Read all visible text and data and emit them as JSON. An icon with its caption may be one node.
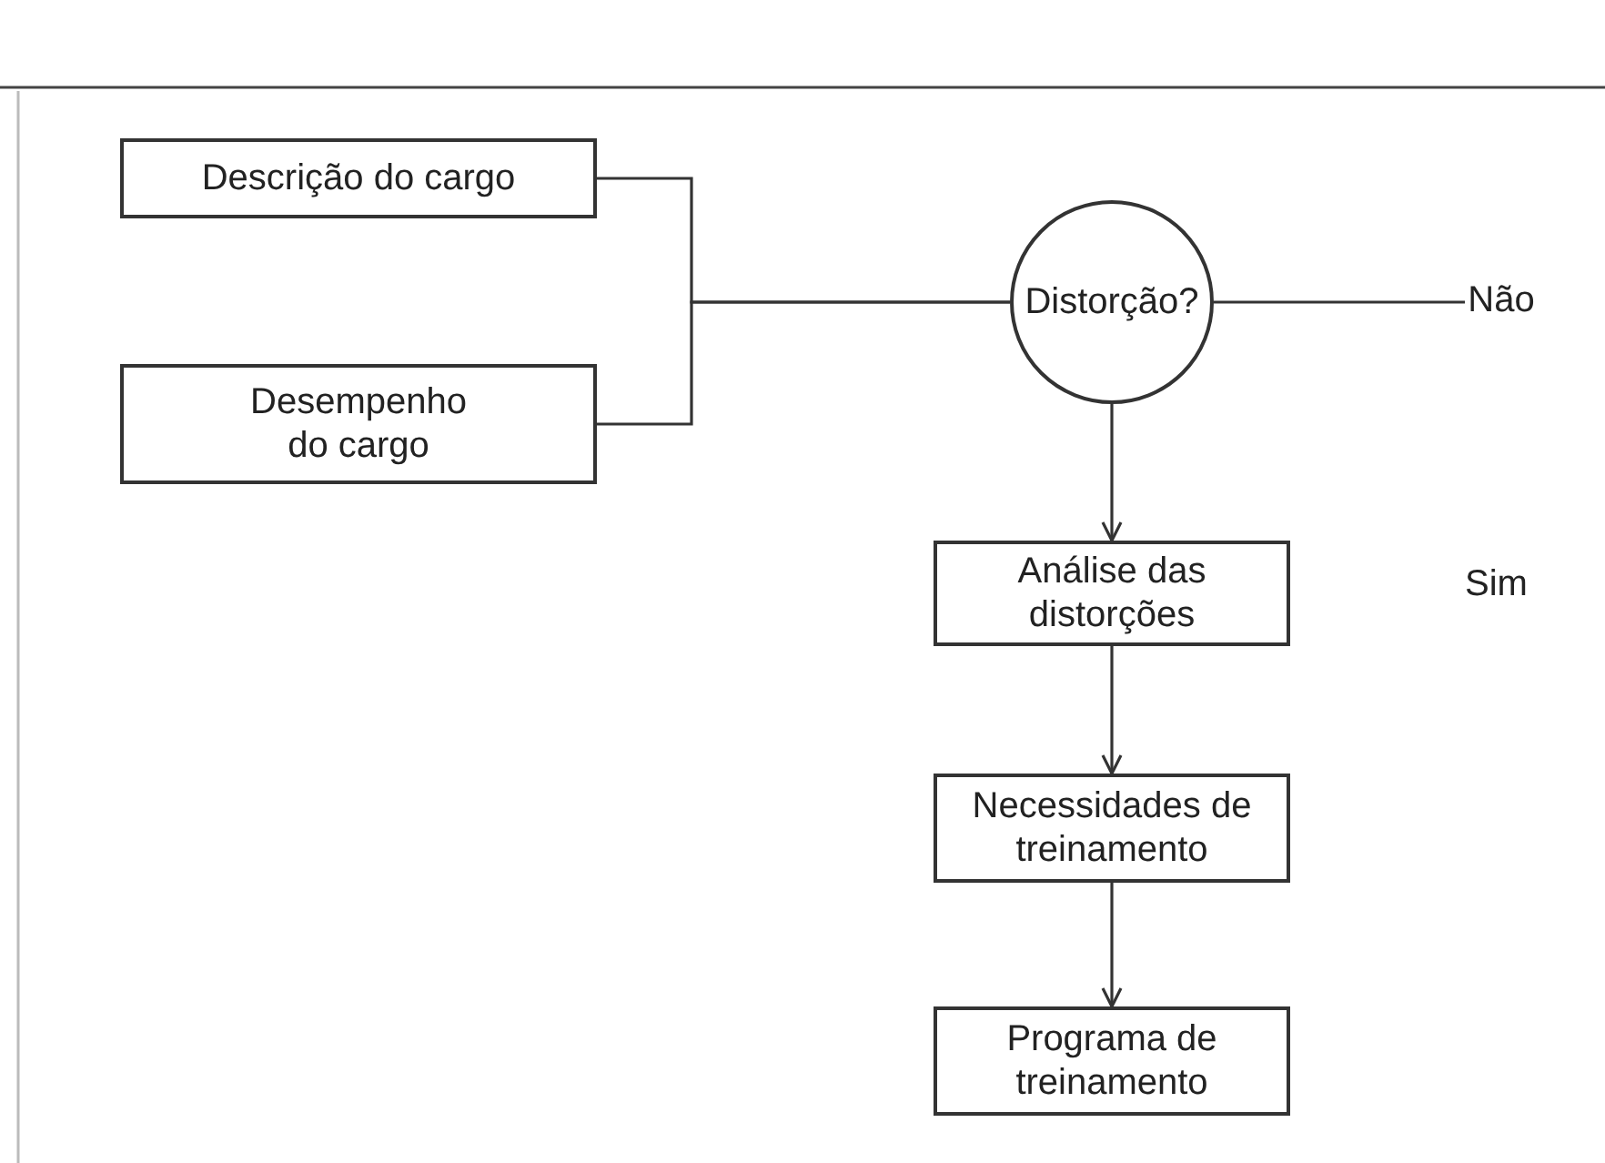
{
  "diagram": {
    "nodes": [
      {
        "text": [
          "Descrição do cargo"
        ]
      },
      {
        "text": [
          "Desempenho do cargo"
        ]
      },
      {
        "text": [
          "Distorção?"
        ]
      },
      {
        "text": [
          "Não"
        ]
      },
      {
        "text": [
          "Análise das distorções"
        ]
      },
      {
        "text": [
          "Necessidades de treinamento"
        ]
      },
      {
        "text": [
          "Programa de treinamento"
        ]
      }
    ],
    "edges": [
      {
        "from": 0,
        "to": 2,
        "arrow": "none"
      },
      {
        "from": 1,
        "to": 2,
        "arrow": "none"
      },
      {
        "from": 2,
        "to": 3,
        "arrow": "none"
      },
      {
        "from": 2,
        "to": 4,
        "arrow": "to"
      },
      {
        "from": 4,
        "to": 5,
        "arrow": "to"
      },
      {
        "from": 5,
        "to": 6,
        "arrow": "to"
      }
    ],
    "labels": [
      "Sim"
    ]
  }
}
